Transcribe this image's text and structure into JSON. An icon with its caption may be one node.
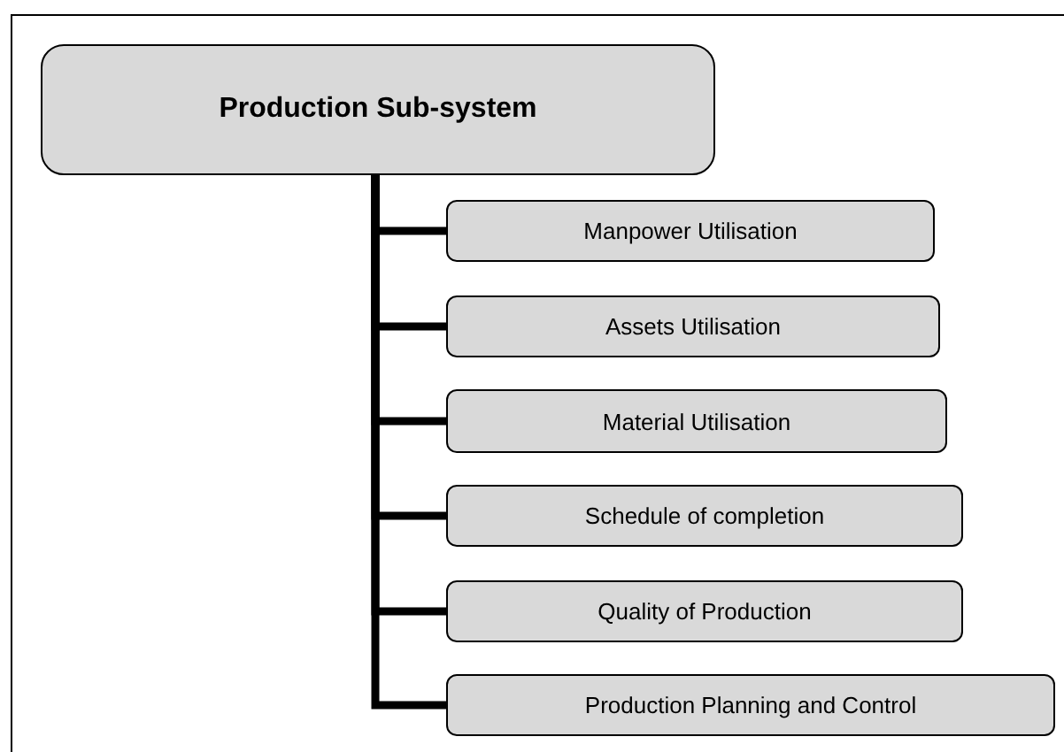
{
  "diagram": {
    "nodes": [
      {
        "text": [
          "Production Sub-system"
        ]
      },
      {
        "text": [
          "Manpower Utilisation"
        ]
      },
      {
        "text": [
          "Assets Utilisation"
        ]
      },
      {
        "text": [
          "Material Utilisation"
        ]
      },
      {
        "text": [
          "Schedule of completion"
        ]
      },
      {
        "text": [
          "Quality of Production"
        ]
      },
      {
        "text": [
          "Production Planning and Control"
        ]
      }
    ],
    "edges": [
      {
        "from": 0,
        "to": 1,
        "arrow": "none"
      },
      {
        "from": 0,
        "to": 2,
        "arrow": "none"
      },
      {
        "from": 0,
        "to": 3,
        "arrow": "none"
      },
      {
        "from": 0,
        "to": 4,
        "arrow": "none"
      },
      {
        "from": 0,
        "to": 5,
        "arrow": "none"
      },
      {
        "from": 0,
        "to": 6,
        "arrow": "none"
      }
    ]
  }
}
